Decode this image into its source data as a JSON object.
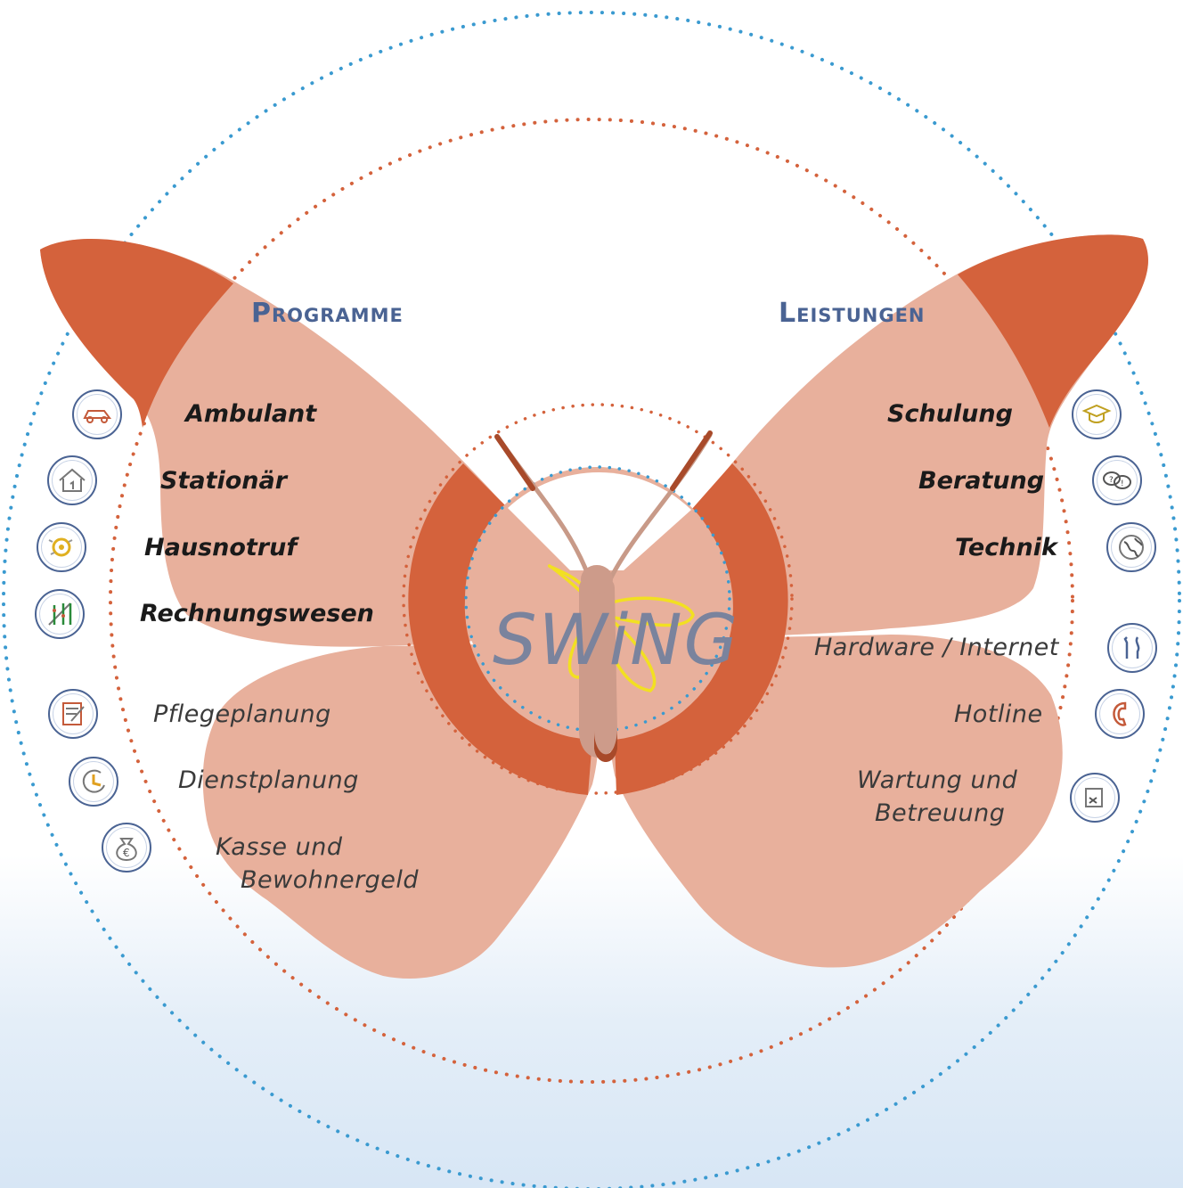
{
  "logo_text": "SWiNG",
  "headers": {
    "left": "Programme",
    "right": "Leistungen"
  },
  "left_items": {
    "ambulant": "Ambulant",
    "stationaer": "Stationär",
    "hausnotruf": "Hausnotruf",
    "rechnungswesen": "Rechnungswesen",
    "pflegeplanung": "Pflegeplanung",
    "dienstplanung": "Dienstplanung",
    "kasse_line1": "Kasse und",
    "kasse_line2": "Bewohnergeld"
  },
  "right_items": {
    "schulung": "Schulung",
    "beratung": "Beratung",
    "technik": "Technik",
    "hardware": "Hardware / Internet",
    "hotline": "Hotline",
    "wartung_line1": "Wartung und",
    "wartung_line2": "Betreuung"
  },
  "icons": {
    "left": [
      "car-icon",
      "house-icon",
      "alarm-icon",
      "abacus-icon",
      "notepad-icon",
      "clock-icon",
      "money-bag-icon"
    ],
    "right": [
      "graduation-cap-icon",
      "speech-bubbles-icon",
      "globe-icon",
      "tools-icon",
      "phone-icon",
      "note-icon"
    ]
  },
  "colors": {
    "wing_light": "#e8b09c",
    "wing_dark": "#d4623c",
    "heading": "#4a6393",
    "dots_blue": "#3a9ad0",
    "dots_orange": "#d4623c"
  }
}
